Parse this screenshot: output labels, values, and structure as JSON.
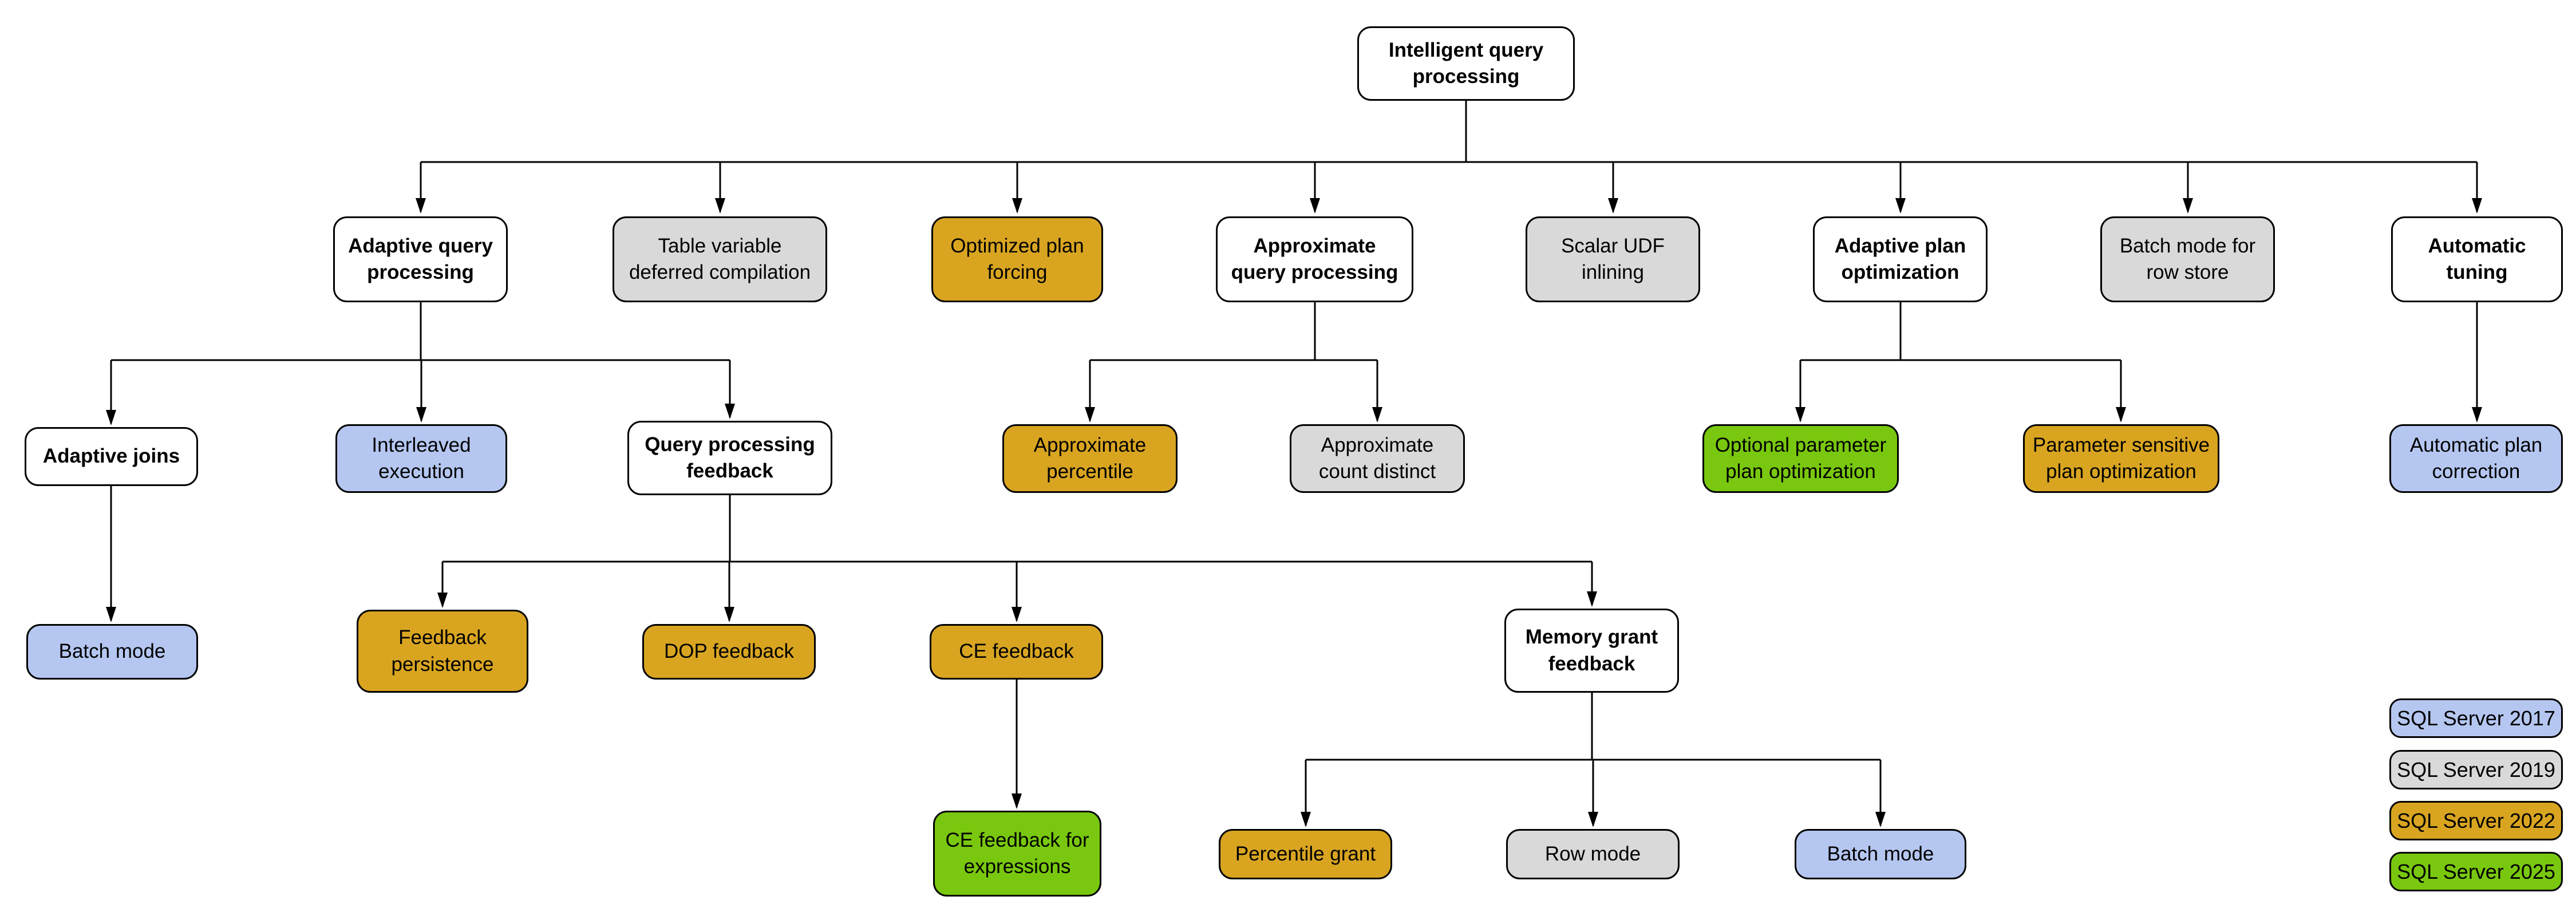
{
  "palette": {
    "category": "#FFFFFF",
    "sql2017": "#B5C7F1",
    "sql2019": "#D9D9D9",
    "sql2022": "#D9A521",
    "sql2025": "#79C80F"
  },
  "nodes": {
    "intelligent_query_processing": {
      "label": "Intelligent query\nprocessing",
      "version": "category"
    },
    "adaptive_query_processing": {
      "label": "Adaptive query\nprocessing",
      "version": "category"
    },
    "table_variable_deferred_compilation": {
      "label": "Table variable\ndeferred compilation",
      "version": "sql2019"
    },
    "optimized_plan_forcing": {
      "label": "Optimized plan\nforcing",
      "version": "sql2022"
    },
    "approximate_query_processing": {
      "label": "Approximate\nquery processing",
      "version": "category"
    },
    "scalar_udf_inlining": {
      "label": "Scalar UDF\ninlining",
      "version": "sql2019"
    },
    "adaptive_plan_optimization": {
      "label": "Adaptive plan\noptimization",
      "version": "category"
    },
    "batch_mode_for_row_store": {
      "label": "Batch mode for\nrow store",
      "version": "sql2019"
    },
    "automatic_tuning": {
      "label": "Automatic\ntuning",
      "version": "category"
    },
    "adaptive_joins": {
      "label": "Adaptive joins",
      "version": "category"
    },
    "interleaved_execution": {
      "label": "Interleaved\nexecution",
      "version": "sql2017"
    },
    "query_processing_feedback": {
      "label": "Query processing\nfeedback",
      "version": "category"
    },
    "approximate_percentile": {
      "label": "Approximate\npercentile",
      "version": "sql2022"
    },
    "approximate_count_distinct": {
      "label": "Approximate\ncount distinct",
      "version": "sql2019"
    },
    "optional_parameter_plan_optimization": {
      "label": "Optional parameter\nplan optimization",
      "version": "sql2025"
    },
    "parameter_sensitive_plan_optimization": {
      "label": "Parameter sensitive\nplan optimization",
      "version": "sql2022"
    },
    "automatic_plan_correction": {
      "label": "Automatic plan\ncorrection",
      "version": "sql2017"
    },
    "batch_mode_adaptive_joins": {
      "label": "Batch mode",
      "version": "sql2017"
    },
    "feedback_persistence": {
      "label": "Feedback\npersistence",
      "version": "sql2022"
    },
    "dop_feedback": {
      "label": "DOP feedback",
      "version": "sql2022"
    },
    "ce_feedback": {
      "label": "CE feedback",
      "version": "sql2022"
    },
    "memory_grant_feedback": {
      "label": "Memory grant\nfeedback",
      "version": "category"
    },
    "ce_feedback_for_expressions": {
      "label": "CE feedback for\nexpressions",
      "version": "sql2025"
    },
    "percentile_grant": {
      "label": "Percentile grant",
      "version": "sql2022"
    },
    "row_mode": {
      "label": "Row mode",
      "version": "sql2019"
    },
    "batch_mode_memory_grant": {
      "label": "Batch mode",
      "version": "sql2017"
    }
  },
  "legend": {
    "items": [
      {
        "label": "SQL Server 2017",
        "version": "sql2017"
      },
      {
        "label": "SQL Server 2019",
        "version": "sql2019"
      },
      {
        "label": "SQL Server 2022",
        "version": "sql2022"
      },
      {
        "label": "SQL Server 2025",
        "version": "sql2025"
      }
    ]
  }
}
